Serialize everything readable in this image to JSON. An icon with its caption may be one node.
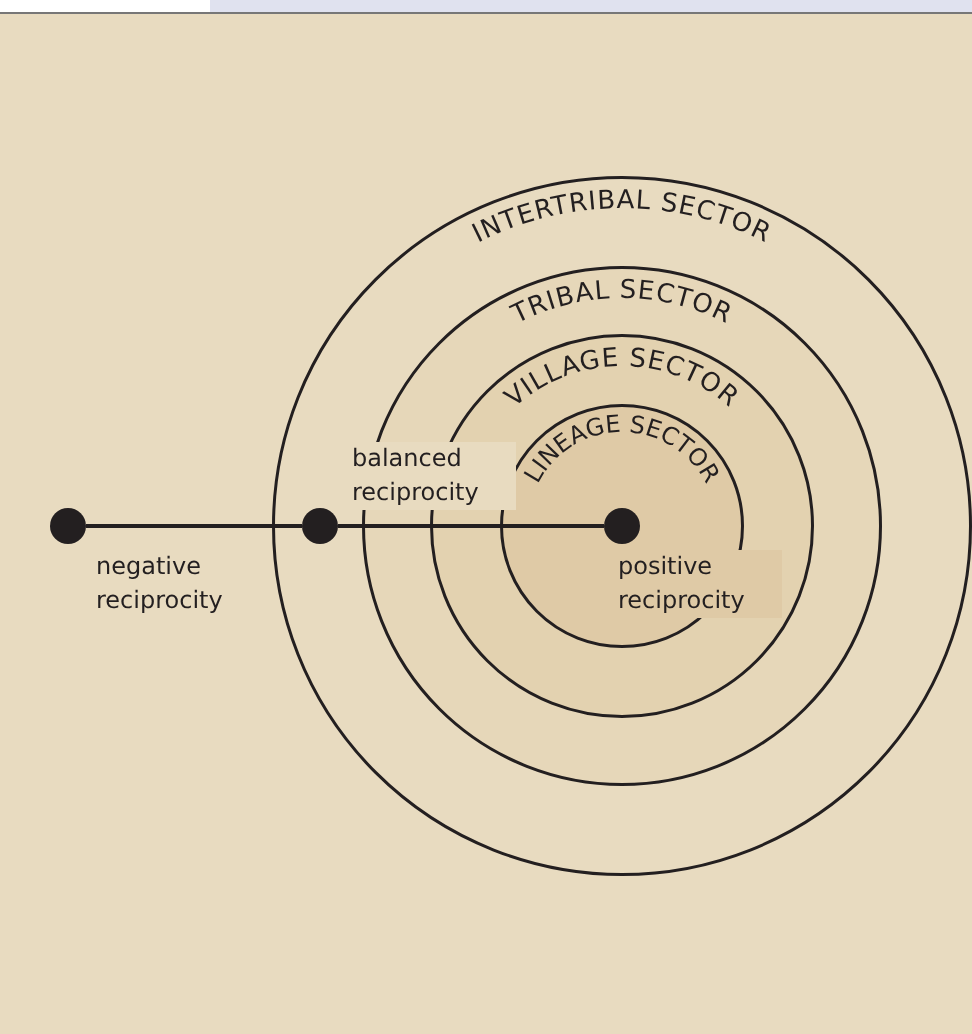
{
  "diagram": {
    "nodes": [
      {
        "text": [
          "INTERTRIBAL SECTOR"
        ]
      },
      {
        "text": [
          "TRIBAL SECTOR"
        ],
        "in": 0
      },
      {
        "text": [
          "VILLAGE SECTOR"
        ],
        "in": 1
      },
      {
        "text": [
          "LINEAGE SECTOR"
        ],
        "in": 2
      },
      {
        "text": [],
        "shape": "circle",
        "beside": [
          "negative reciprocity"
        ]
      },
      {
        "text": [],
        "shape": "circle",
        "in": 0,
        "beside": [
          "balanced reciprocity"
        ]
      },
      {
        "text": [],
        "shape": "circle",
        "in": 3,
        "beside": [
          "positive reciprocity"
        ]
      }
    ],
    "edges": [
      {
        "from": 4,
        "to": 5,
        "arrow": "none"
      },
      {
        "from": 5,
        "to": 6,
        "arrow": "none"
      }
    ]
  }
}
